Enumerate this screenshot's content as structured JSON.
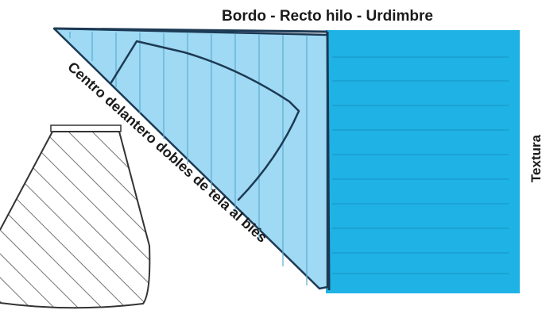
{
  "labels": {
    "top": "Bordo - Recto hilo - Urdimbre",
    "right": "Textura",
    "diagonal": "Centro delantero dobles de tela al biés"
  },
  "colors": {
    "fabric_bright": "#1fb2e4",
    "fabric_light": "#9fd9f3",
    "outline": "#1d3a55",
    "thread_line": "#3a8fbf",
    "hatch": "#555555"
  }
}
